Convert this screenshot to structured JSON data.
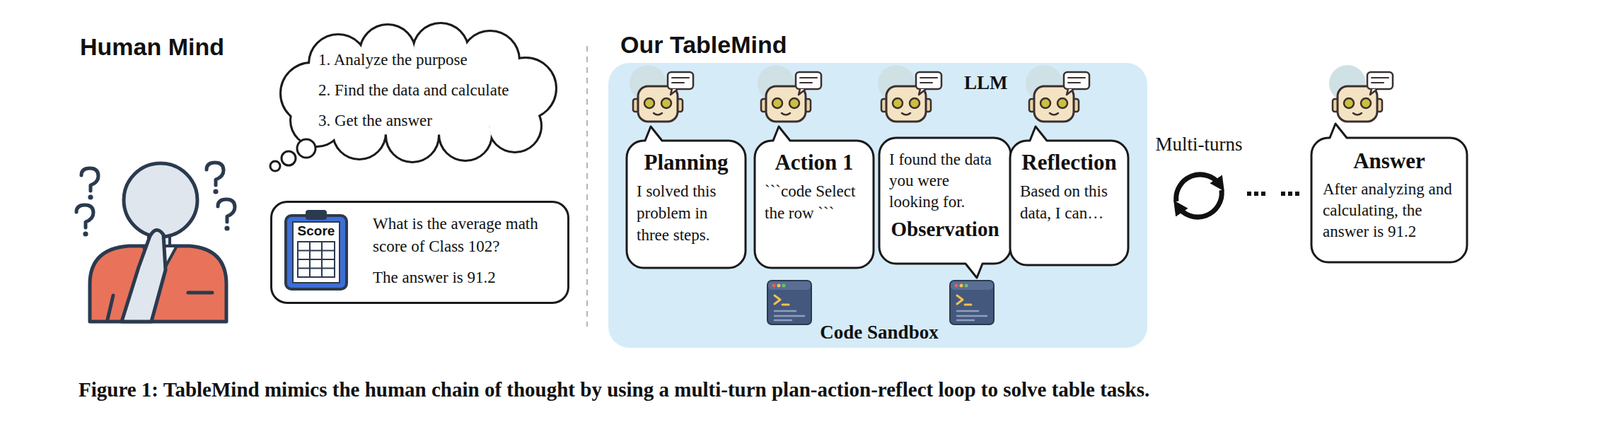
{
  "diagram": {
    "caption": "Figure 1: TableMind mimics the human chain of thought by using a multi-turn plan-action-reflect loop to solve table tasks.",
    "nodes": [
      {
        "text": [
          "1. Analyze the purpose",
          "2. Find the data and calculate",
          "3. Get the answer"
        ]
      },
      {
        "text": [
          "What is the average math score of Class 102?",
          "The answer is 91.2"
        ]
      },
      {
        "text": [
          "Our TableMind",
          "LLM"
        ]
      },
      {
        "text": [
          "Planning",
          "I solved this problem in three steps."
        ],
        "in": 2
      },
      {
        "text": [
          "Action 1",
          "```code Select the row ```"
        ],
        "in": 2
      },
      {
        "text": [
          "I found the data you were looking for.",
          "Observation"
        ],
        "in": 2
      },
      {
        "text": [
          "Reflection",
          "Based on this data, I can…"
        ],
        "in": 2
      },
      {
        "text": [
          "Answer",
          "After analyzing and calculating, the answer is 91.2"
        ]
      }
    ],
    "labels": [
      "Human Mind",
      "Score",
      "Code Sandbox",
      "Multi-turns"
    ]
  }
}
